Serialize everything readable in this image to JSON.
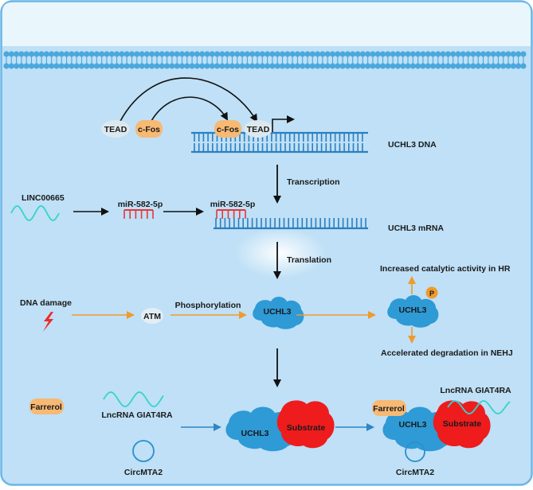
{
  "genes": {
    "dna_label": "UCHL3 DNA",
    "mrna_label": "UCHL3 mRNA",
    "tf_tead": "TEAD",
    "tf_cfos": "c-Fos"
  },
  "regulation": {
    "linc": "LINC00665",
    "mirna": "miR-582-5p"
  },
  "processes": {
    "transcription": "Transcription",
    "translation": "Translation",
    "phosphorylation": "Phosphorylation"
  },
  "damage": {
    "dna_damage": "DNA damage",
    "atm": "ATM",
    "phospho_mark": "P"
  },
  "protein": {
    "name": "UCHL3",
    "substrate": "Substrate"
  },
  "outcomes": {
    "hr": "Increased catalytic activity in HR",
    "nehj": "Accelerated degradation in NEHJ"
  },
  "modulators": {
    "farrerol": "Farrerol",
    "lncrna": "LncRNA GIAT4RA",
    "circrna": "CircMTA2"
  },
  "colors": {
    "cell_interior": "#bfe0f6",
    "extracellular": "#e9f6fb",
    "membrane": "#4aa8dd",
    "dna": "#2b7fc0",
    "protein": "#2e9ad6",
    "substrate": "#ee1c1c",
    "tf_cfos": "#f7b974",
    "tf_tead": "#dde8ee",
    "mirna": "#e5383b",
    "rna_wave": "#35d3cc",
    "orange_arrow": "#f09a2c",
    "blue_arrow": "#2f86c6",
    "lightning": "#ee2a2a"
  }
}
